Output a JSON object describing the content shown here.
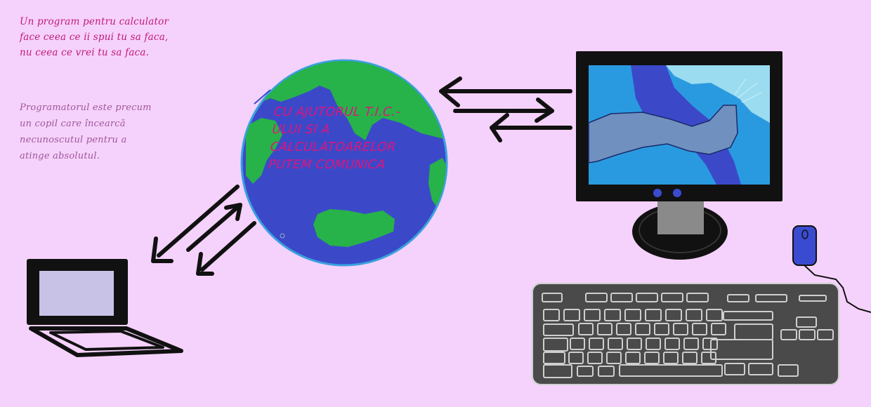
{
  "quotes": {
    "first": "Un program pentru calculator\nface ceea ce ii spui tu sa faca,\nnu ceea ce vrei tu sa faca.",
    "second": "Programatorul este precum\nun copil care încearcă\nnecunoscutul pentru a\natinge absolutul."
  },
  "globe": {
    "caption": "CU AJUTORUL T.I.C.-\nULUI SI A\nCALCULATOARELOR\nPUTEM COMUNICA"
  },
  "colors": {
    "background": "#f5d2fb",
    "quote_1": "#c2187a",
    "quote_2": "#a0559c",
    "caption": "#e0147a",
    "ocean": "#3b49c9",
    "land": "#27b24a",
    "globe_border": "#3aa0e0",
    "monitor_frame": "#111111",
    "keyboard_body": "#4a4a4a",
    "key_outline": "#cfcfcf",
    "mouse": "#3b4bd1",
    "laptop_screen": "#c8c2e6"
  },
  "icons": {
    "globe": "globe-icon",
    "monitor": "desktop-monitor-icon",
    "laptop": "laptop-icon",
    "keyboard": "keyboard-icon",
    "mouse": "mouse-icon",
    "arrows": "bidirectional-arrow-icon"
  }
}
